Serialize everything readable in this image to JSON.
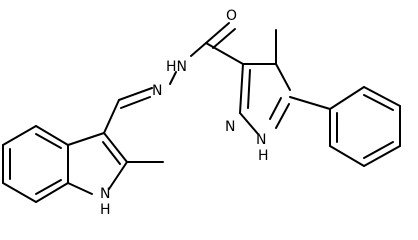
{
  "structure": {
    "atom_labels": {
      "oxygen": "O",
      "amide_nh": "HN",
      "imine_n": "N",
      "pyrazole_n": "N",
      "pyrazole_nh": "N",
      "pyrazole_h": "H",
      "indole_nh": "N",
      "indole_h": "H"
    },
    "colors": {
      "bond": "#000000",
      "text": "#000000",
      "background": "#ffffff"
    }
  }
}
